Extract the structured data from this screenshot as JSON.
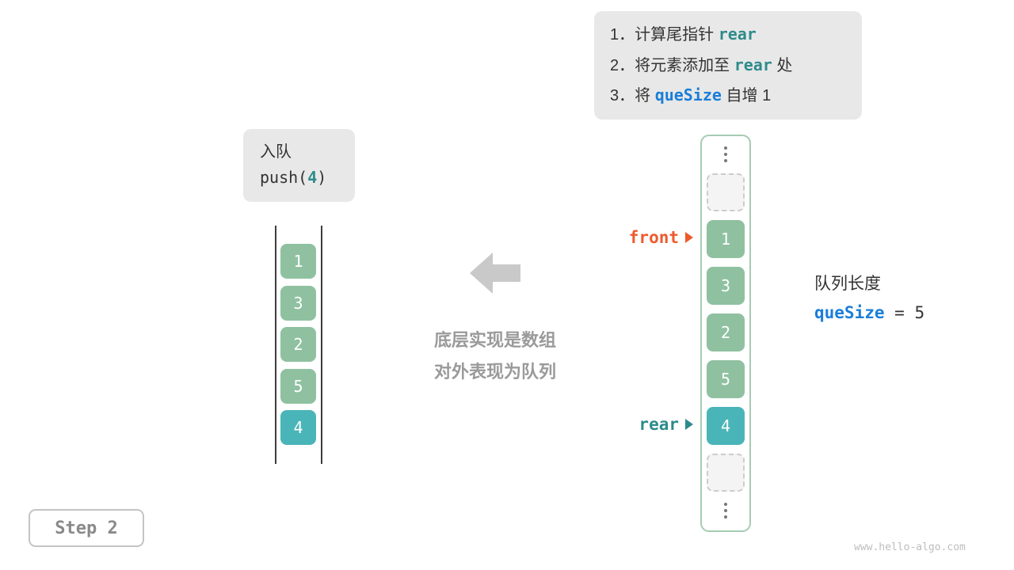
{
  "instruction_box": {
    "line1": {
      "prefix": "1．计算尾指针 ",
      "code": "rear"
    },
    "line2": {
      "prefix": "2．将元素添加至 ",
      "code": "rear",
      "suffix": " 处"
    },
    "line3": {
      "prefix": "3．将 ",
      "code": "queSize",
      "suffix": " 自增 1"
    }
  },
  "push_box": {
    "title": "入队",
    "code_prefix": "push(",
    "code_value": "4",
    "code_suffix": ")"
  },
  "left_queue": {
    "cells": [
      {
        "value": "1"
      },
      {
        "value": "3"
      },
      {
        "value": "2"
      },
      {
        "value": "5"
      },
      {
        "value": "4"
      }
    ]
  },
  "center": {
    "line1": "底层实现是数组",
    "line2": "对外表现为队列"
  },
  "array_column": {
    "cells": [
      {
        "value": "1"
      },
      {
        "value": "3"
      },
      {
        "value": "2"
      },
      {
        "value": "5"
      },
      {
        "value": "4"
      }
    ]
  },
  "pointers": {
    "front": "front",
    "rear": "rear"
  },
  "queue_length": {
    "label": "队列长度",
    "var": "queSize",
    "rest": " = 5"
  },
  "step": "Step 2",
  "watermark": "www.hello-algo.com",
  "colors": {
    "cell_green": "#8fc1a1",
    "cell_teal": "#4ab5b8",
    "front_orange": "#ed5a2d",
    "rear_teal": "#2e8b8b",
    "quesize_blue": "#1a7ed8",
    "box_gray": "#e8e8e8",
    "arrow_gray": "#c9c9c9"
  }
}
